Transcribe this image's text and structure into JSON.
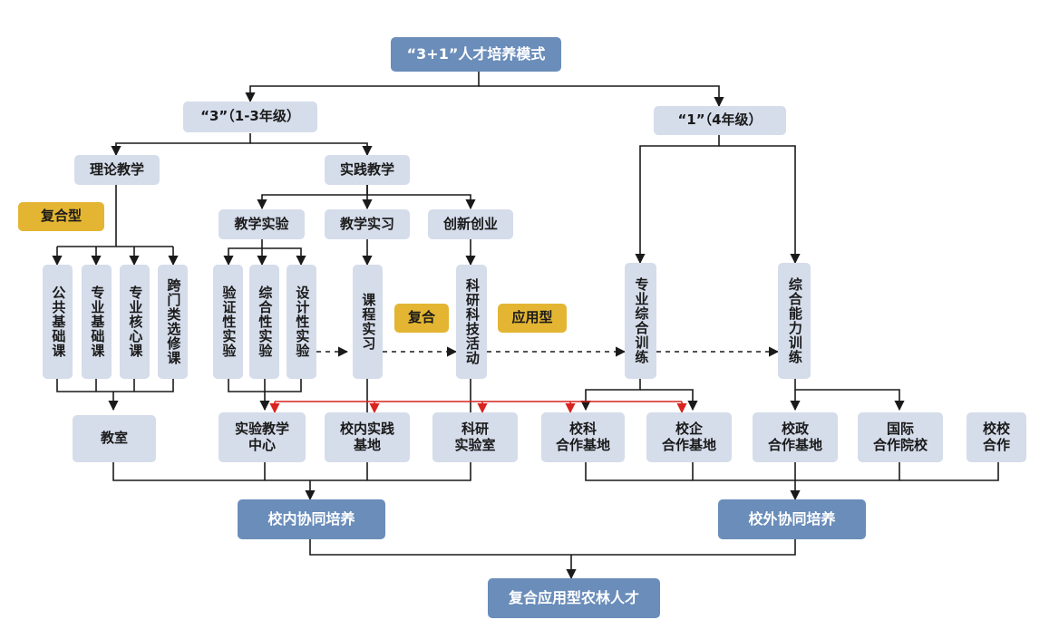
{
  "title": "“3+1”人才培养模式",
  "branch_3": "“3”（1-3年级）",
  "branch_1": "“1”（4年级）",
  "theory": "理论教学",
  "practice": "实践教学",
  "tag_composite_type": "复合型",
  "tag_composite": "复合",
  "tag_applied_type": "应用型",
  "teaching_experiment": "教学实验",
  "teaching_internship": "教学实习",
  "innovation": "创新创业",
  "theory_courses": [
    "公共基础课",
    "专业基础课",
    "专业核心课",
    "跨门类选修课"
  ],
  "experiment_types": [
    "验证性实验",
    "综合性实验",
    "设计性实验"
  ],
  "course_internship": "课程实习",
  "research_activity": "科研科技活动",
  "professional_training": "专业综合训练",
  "comprehensive_training": "综合能力训练",
  "bases": [
    "教室",
    "实验教学\n中心",
    "校内实践\n基地",
    "科研\n实验室",
    "校科\n合作基地",
    "校企\n合作基地",
    "校政\n合作基地",
    "国际\n合作院校",
    "校校\n合作"
  ],
  "on_campus": "校内协同培养",
  "off_campus": "校外协同培养",
  "outcome": "复合应用型农林人才",
  "colors": {
    "dark_box": "#6a8dba",
    "light_box": "#d5dcea",
    "gold_tag": "#e3b532",
    "line": "#1a1a1a",
    "red_line": "#d9231f"
  }
}
